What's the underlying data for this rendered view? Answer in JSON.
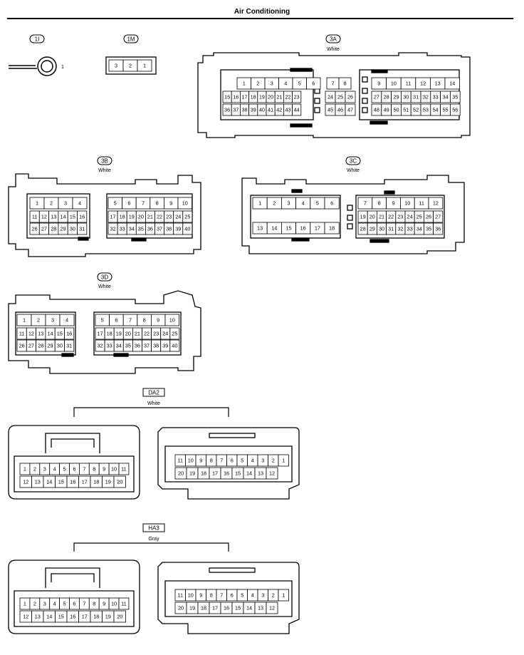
{
  "page": {
    "title": "Air Conditioning"
  },
  "connectors": [
    {
      "id": "1I",
      "label": "",
      "pins": [
        "1"
      ]
    },
    {
      "id": "1M",
      "label": "",
      "pins": [
        "3",
        "2",
        "1"
      ]
    },
    {
      "id": "3A",
      "label": "White",
      "pins": [
        "1",
        "2",
        "3",
        "4",
        "5",
        "6",
        "7",
        "8",
        "9",
        "10",
        "11",
        "12",
        "13",
        "14",
        "15",
        "16",
        "17",
        "18",
        "19",
        "20",
        "21",
        "22",
        "23",
        "24",
        "25",
        "26",
        "27",
        "28",
        "29",
        "30",
        "31",
        "32",
        "33",
        "34",
        "35",
        "36",
        "37",
        "38",
        "39",
        "40",
        "41",
        "42",
        "43",
        "44",
        "45",
        "46",
        "47",
        "48",
        "49",
        "50",
        "51",
        "52",
        "53",
        "54",
        "55",
        "56"
      ]
    },
    {
      "id": "3B",
      "label": "White",
      "pins": [
        "1",
        "2",
        "3",
        "4",
        "5",
        "6",
        "7",
        "8",
        "9",
        "10",
        "11",
        "12",
        "13",
        "14",
        "15",
        "16",
        "17",
        "18",
        "19",
        "20",
        "21",
        "22",
        "23",
        "24",
        "25",
        "26",
        "27",
        "28",
        "29",
        "30",
        "31",
        "32",
        "33",
        "34",
        "35",
        "36",
        "37",
        "38",
        "39",
        "40"
      ]
    },
    {
      "id": "3C",
      "label": "White",
      "pins": [
        "1",
        "2",
        "3",
        "4",
        "5",
        "6",
        "7",
        "8",
        "9",
        "10",
        "11",
        "12",
        "13",
        "14",
        "15",
        "16",
        "17",
        "18",
        "19",
        "20",
        "21",
        "22",
        "23",
        "24",
        "25",
        "26",
        "27",
        "28",
        "29",
        "30",
        "31",
        "32",
        "33",
        "34",
        "35",
        "36"
      ]
    },
    {
      "id": "3D",
      "label": "White",
      "pins": [
        "1",
        "2",
        "3",
        "4",
        "5",
        "6",
        "7",
        "8",
        "9",
        "10",
        "11",
        "12",
        "13",
        "14",
        "15",
        "16",
        "17",
        "18",
        "19",
        "20",
        "21",
        "22",
        "23",
        "24",
        "25",
        "26",
        "27",
        "28",
        "29",
        "30",
        "31",
        "32",
        "33",
        "34",
        "35",
        "36",
        "37",
        "38",
        "39",
        "40"
      ]
    },
    {
      "id": "DA2",
      "label": "White",
      "pins": [
        "1",
        "2",
        "3",
        "4",
        "5",
        "6",
        "7",
        "8",
        "9",
        "10",
        "11",
        "12",
        "13",
        "14",
        "15",
        "16",
        "17",
        "18",
        "19",
        "20"
      ]
    },
    {
      "id": "HA3",
      "label": "Gray",
      "pins": [
        "1",
        "2",
        "3",
        "4",
        "5",
        "6",
        "7",
        "8",
        "9",
        "10",
        "11",
        "12",
        "13",
        "14",
        "15",
        "16",
        "17",
        "18",
        "19",
        "20"
      ]
    }
  ]
}
